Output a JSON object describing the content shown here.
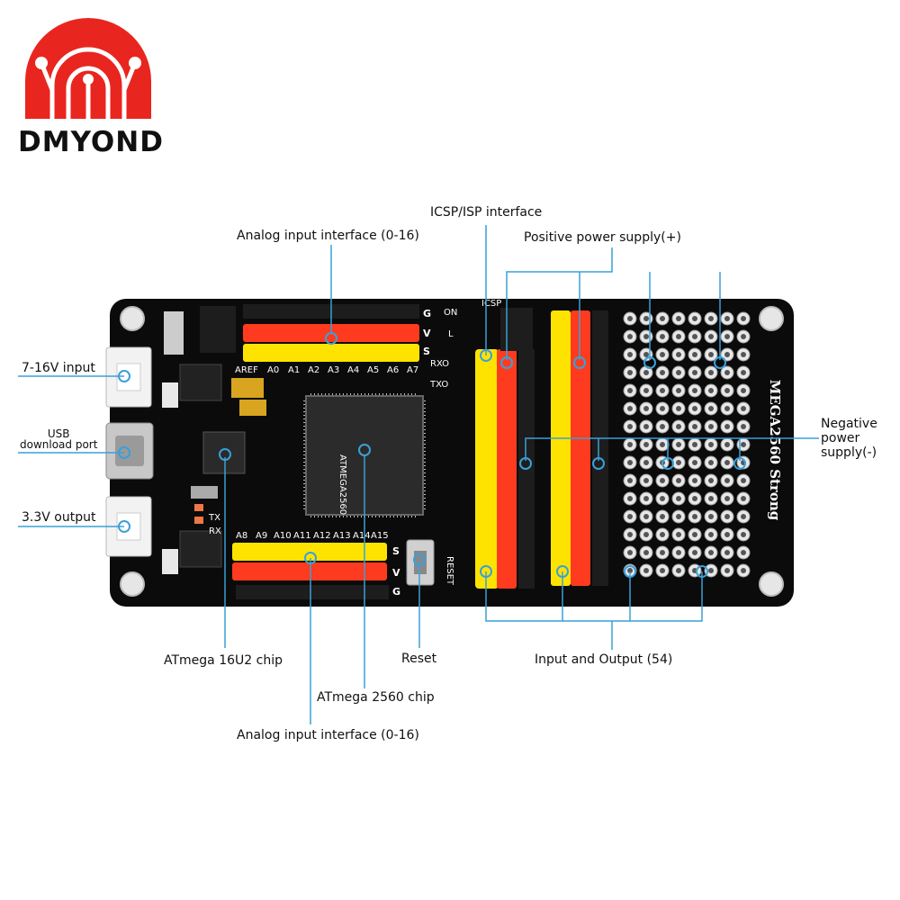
{
  "brand": {
    "name": "DMYOND",
    "logo_icon": "signal-arch-logo",
    "color": "#e8261f"
  },
  "board_colors": {
    "pcb": "#0b0b0b",
    "header_yellow": "#ffe300",
    "header_red": "#ff3b1f",
    "header_black": "#1d1d1d",
    "pointer_blue": "#3aa0d8"
  },
  "labels": {
    "icsp": "ICSP/ISP interface",
    "analog_top": "Analog input interface (0-16)",
    "positive_power": "Positive power supply(+)",
    "input_7_16": "7-16V input",
    "usb_line1": "USB",
    "usb_line2": "download port",
    "output_3_3": "3.3V output",
    "negative_line1": "Negative",
    "negative_line2": "power",
    "negative_line3": "supply(-)",
    "atmega16u2": "ATmega 16U2 chip",
    "reset": "Reset",
    "io": "Input and Output (54)",
    "atmega2560": "ATmega 2560 chip",
    "analog_bottom": "Analog input interface (0-16)"
  },
  "silkscreen": {
    "board_name": "MEGA2560 Strong",
    "top_pins": [
      "AREF",
      "A0",
      "A1",
      "A2",
      "A3",
      "A4",
      "A5",
      "A6",
      "A7"
    ],
    "bottom_pins": [
      "A8",
      "A9",
      "A10",
      "A11",
      "A12",
      "A13",
      "A14",
      "A15"
    ],
    "g": "G",
    "v": "V",
    "s": "S",
    "on": "ON",
    "l": "L",
    "rxo": "RXO",
    "txo": "TXO",
    "tx": "TX",
    "rx": "RX",
    "reset": "RESET",
    "icsp": "ICSP",
    "chip": "ATMEGA2560"
  }
}
